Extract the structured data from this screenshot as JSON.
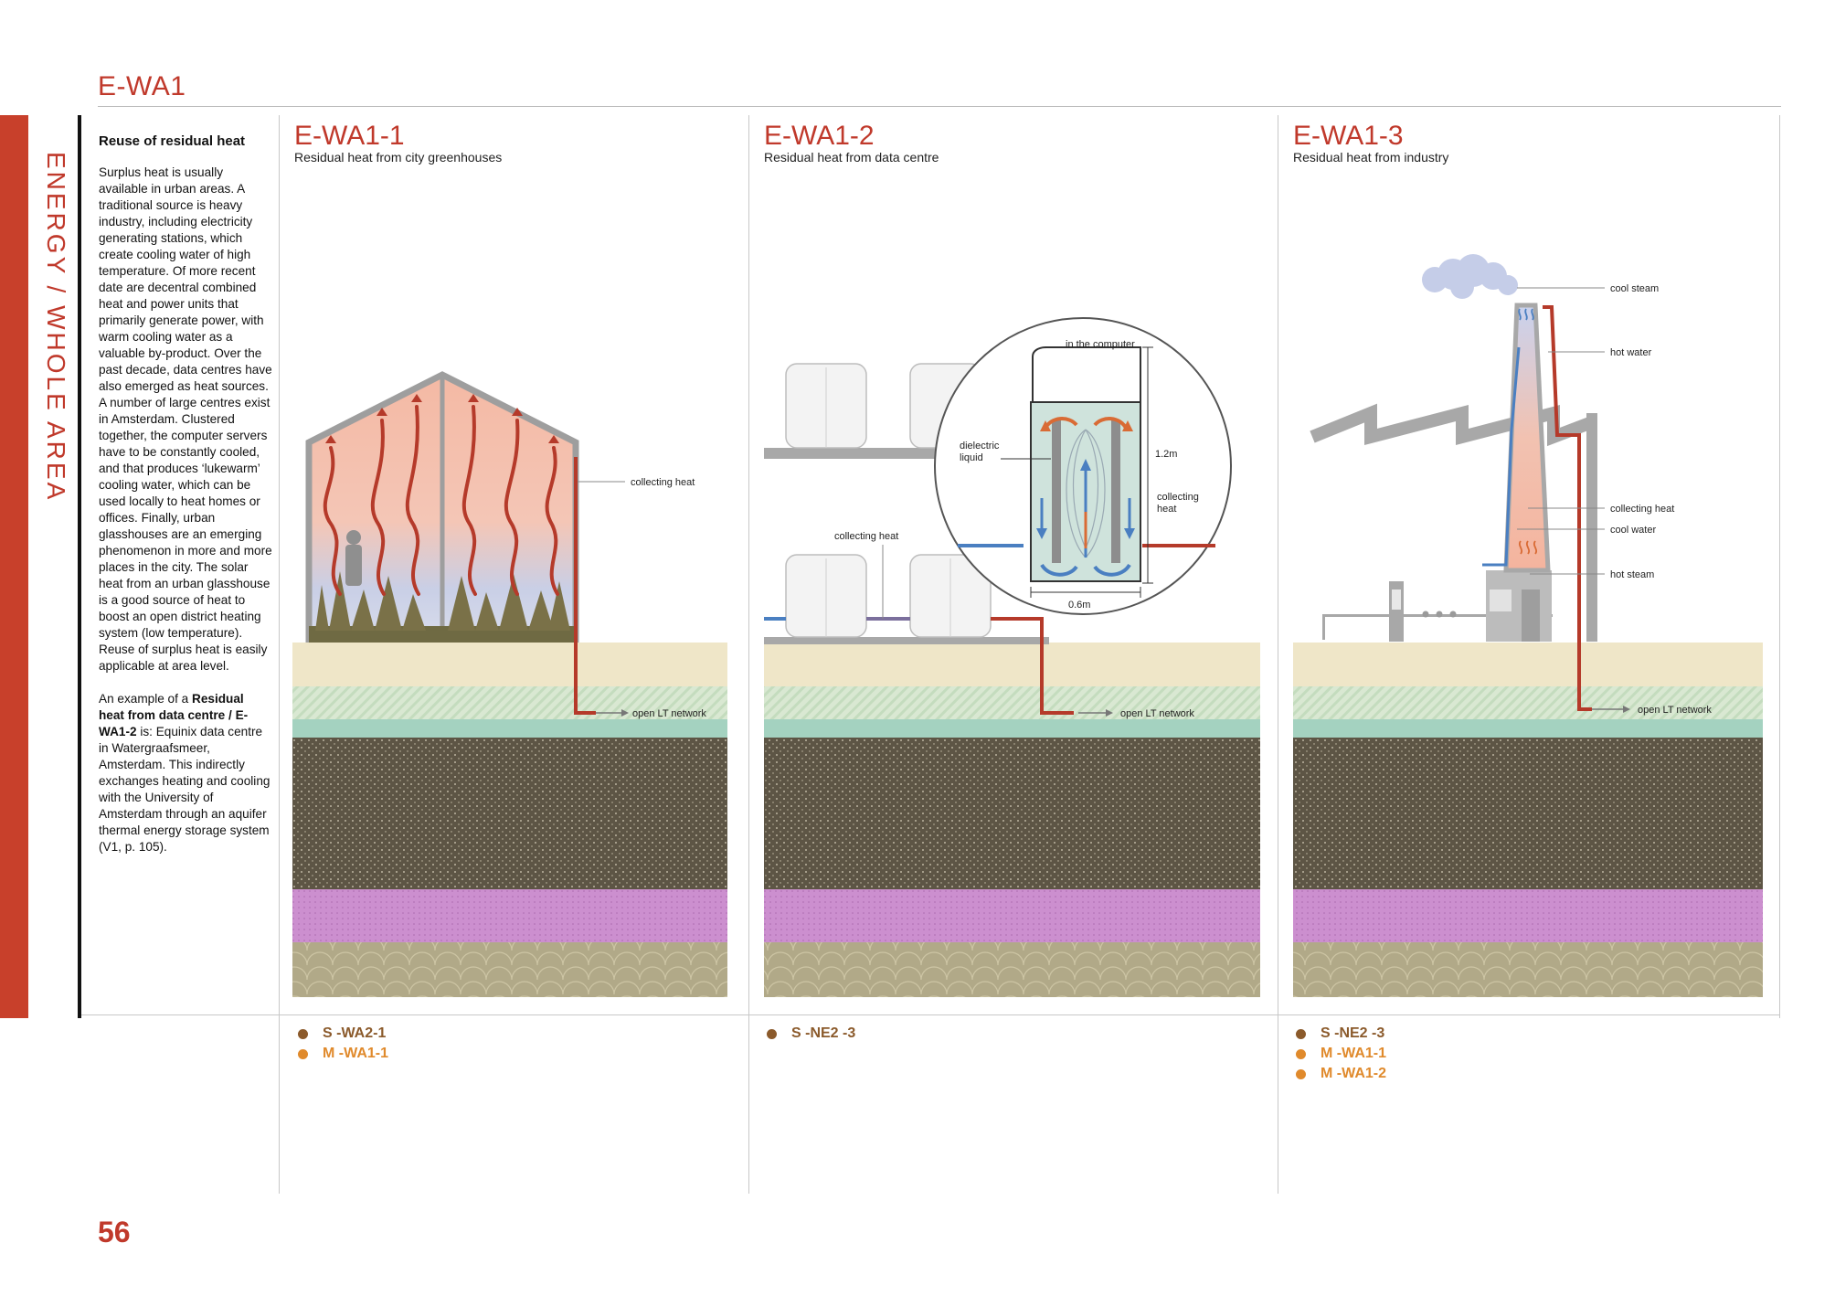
{
  "header": {
    "code": "E-WA1"
  },
  "sidebar": {
    "label": "ENERGY / WHOLE AREA"
  },
  "intro": {
    "title": "Reuse of residual heat",
    "paragraph1": "Surplus heat is usually available in urban areas. A traditional source is heavy industry, including electricity generating stations, which create cooling water of high temperature. Of more recent date are decentral combined heat and power units that primarily generate power, with warm cooling water as a valuable by-product. Over the past decade, data centres have also emerged as heat sources. A number of large centres exist in Amsterdam. Clustered together, the computer servers have to be constantly cooled, and that produces ‘lukewarm’ cooling water, which can be used locally to heat homes or offices. Finally, urban glasshouses are an emerging phenomenon in more and more places in the city. The solar heat from an urban glasshouse is a good source of heat to boost an open district heating system (low temperature). Reuse of surplus heat is easily applicable at area level.",
    "p2_prefix": "An example of a ",
    "p2_bold": "Residual heat from data centre / E-WA1-2",
    "p2_suffix": " is: Equinix data centre in Watergraafsmeer, Amsterdam. This indirectly exchanges heating and cooling with the University of Amsterdam through an aquifer thermal energy storage system (V1, p. 105)."
  },
  "panels": [
    {
      "code": "E-WA1-1",
      "subtitle": "Residual heat from city greenhouses",
      "labels": {
        "collecting": "collecting heat",
        "network": "open LT network"
      },
      "refs": [
        {
          "text": "S -WA2-1",
          "color": "#8b5a2b"
        },
        {
          "text": "M -WA1-1",
          "color": "#e08a2c"
        }
      ]
    },
    {
      "code": "E-WA1-2",
      "subtitle": "Residual heat from data centre",
      "labels": {
        "computer": "in the computer",
        "dielectric": "dielectric liquid",
        "height": "1.2m",
        "width": "0.6m",
        "collecting_side": "collecting heat",
        "collecting": "collecting heat",
        "network": "open LT network"
      },
      "refs": [
        {
          "text": "S -NE2 -3",
          "color": "#8b5a2b"
        }
      ]
    },
    {
      "code": "E-WA1-3",
      "subtitle": "Residual heat from industry",
      "labels": {
        "cool_steam": "cool steam",
        "hot_water": "hot water",
        "collecting": "collecting heat",
        "cool_water": "cool water",
        "hot_steam": "hot steam",
        "network": "open LT network"
      },
      "refs": [
        {
          "text": "S -NE2 -3",
          "color": "#8b5a2b"
        },
        {
          "text": "M -WA1-1",
          "color": "#e08a2c"
        },
        {
          "text": "M -WA1-2",
          "color": "#e08a2c"
        }
      ]
    }
  ],
  "page_number": "56",
  "colors": {
    "accent": "#c0392b",
    "brown_dot": "#8b5a2b",
    "orange_dot": "#e08a2c",
    "heat_pipe": "#b53a2a",
    "cool_pipe": "#4a7fc1"
  }
}
